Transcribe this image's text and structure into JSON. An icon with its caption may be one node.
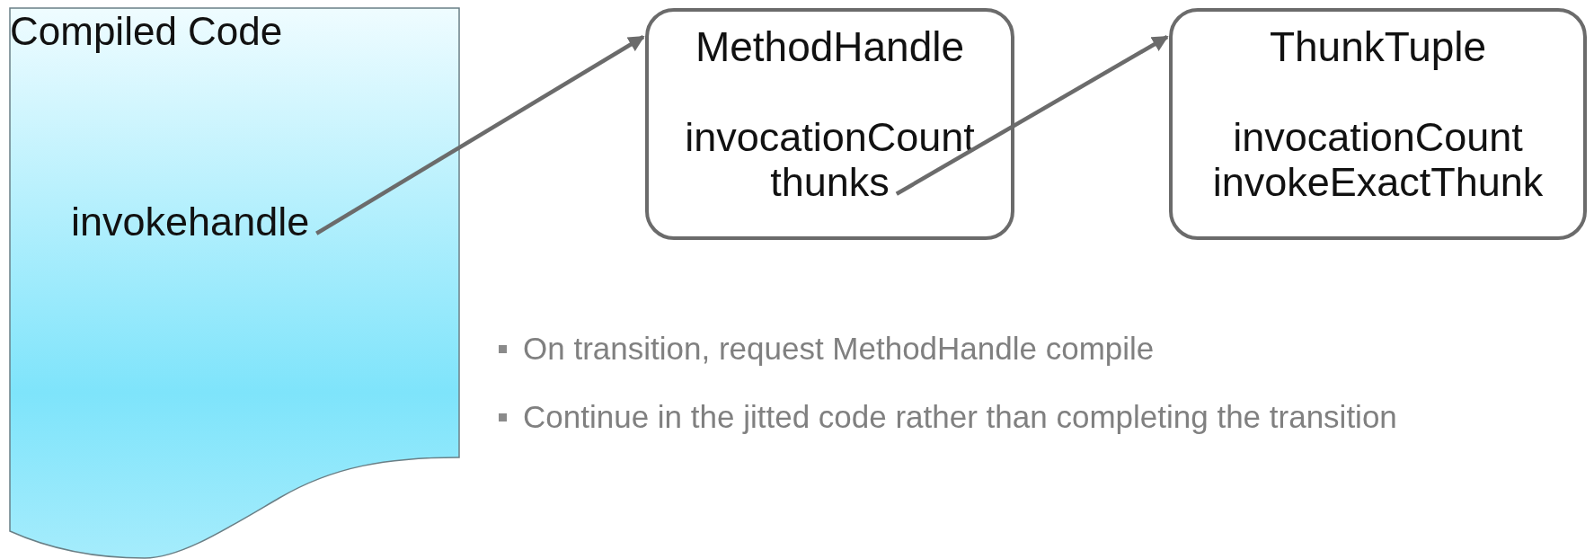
{
  "diagram": {
    "nodes": [
      {
        "text": [
          "Compiled Code"
        ]
      },
      {
        "text": [
          "invokehandle"
        ],
        "in": 0
      },
      {
        "text": [
          "MethodHandle",
          "invocationCount"
        ]
      },
      {
        "text": [
          "thunks"
        ],
        "in": 2
      },
      {
        "text": [
          "ThunkTuple",
          "invocationCount invokeExactThunk"
        ]
      }
    ],
    "edges": [
      {
        "from": 1,
        "to": 2,
        "arrow": "to"
      },
      {
        "from": 3,
        "to": 4,
        "arrow": "to"
      }
    ],
    "labels": [
      "On transition, request MethodHandle compile",
      "Continue in the jitted code rather than completing the transition"
    ]
  }
}
